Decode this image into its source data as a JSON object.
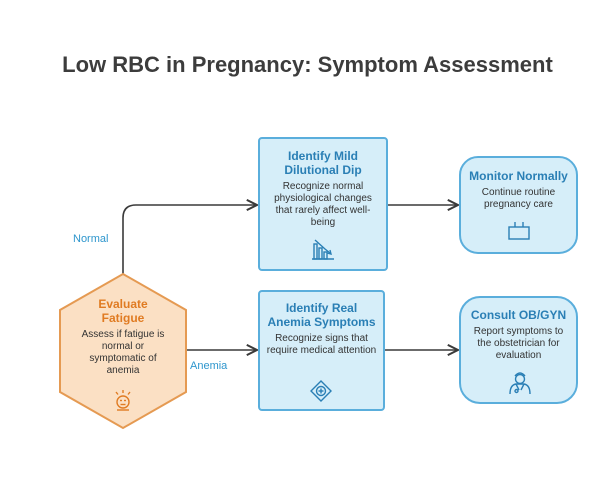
{
  "title": "Low RBC in Pregnancy: Symptom Assessment",
  "colors": {
    "blue_fill": "#d6eef9",
    "blue_stroke": "#5aaedc",
    "blue_text": "#2a7fb5",
    "orange_fill": "#fbe0c4",
    "orange_stroke": "#e59a52",
    "orange_text": "#e07b22",
    "edge": "#3a3a3a",
    "label": "#2e96cd"
  },
  "nodes": {
    "evaluate": {
      "title": "Evaluate Fatigue",
      "desc": "Assess if fatigue is normal or symptomatic of anemia",
      "icon": "tired-face-icon"
    },
    "dilutional": {
      "title": "Identify Mild Dilutional Dip",
      "desc": "Recognize normal physiological changes that rarely affect well-being",
      "icon": "declining-bar-chart-icon"
    },
    "anemia": {
      "title": "Identify Real Anemia Symptoms",
      "desc": "Recognize signs that require medical attention",
      "icon": "medical-cross-diamond-icon"
    },
    "monitor": {
      "title": "Monitor Normally",
      "desc": "Continue routine pregnancy care",
      "icon": "monitor-tray-icon"
    },
    "consult": {
      "title": "Consult OB/GYN",
      "desc": "Report symptoms to the obstetrician for evaluation",
      "icon": "doctor-icon"
    }
  },
  "edges": {
    "normal": "Normal",
    "anemia": "Anemia"
  }
}
